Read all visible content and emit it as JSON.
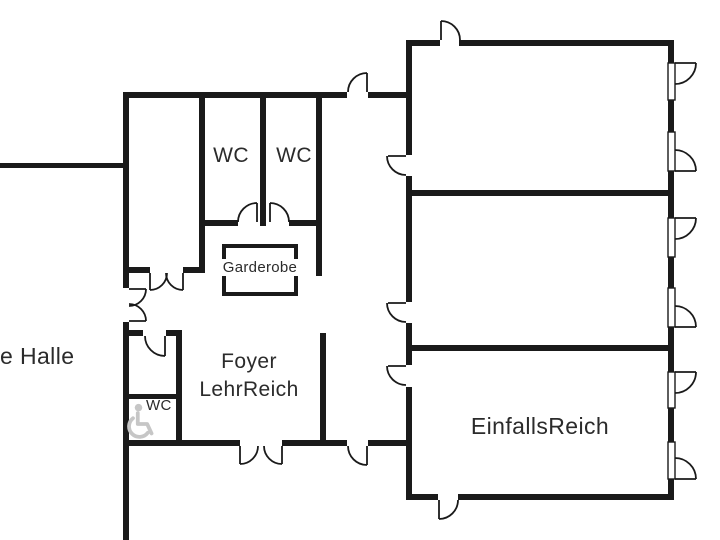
{
  "plan_title": "floor-plan",
  "labels": {
    "hall_partial": "e Halle",
    "wc_left": "WC",
    "wc_right": "WC",
    "garderobe": "Garderobe",
    "foyer_line1": "Foyer",
    "foyer_line2": "LehrReich",
    "einfallsreich": "EinfallsReich",
    "wc_accessible": "WC"
  },
  "icons": {
    "accessible": "wheelchair-accessible-icon"
  },
  "colors": {
    "wall": "#1a1a1a",
    "text": "#2b2b2b",
    "accessible_icon": "#c6c6c6",
    "background": "#ffffff"
  }
}
